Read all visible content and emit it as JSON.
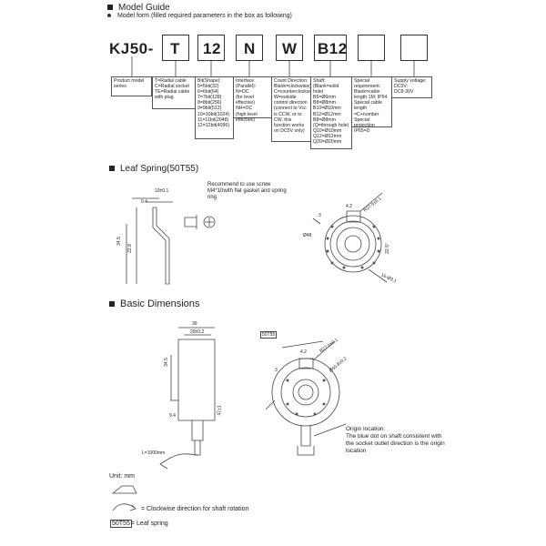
{
  "model_guide": {
    "title": "Model Guide",
    "subtitle": "Model form (filled required parameters in the box as following)",
    "code_prefix": "KJ50-",
    "codes": [
      "T",
      "12",
      "N",
      "W",
      "B12",
      "",
      ""
    ],
    "descriptions": {
      "product": "Product model series",
      "outlet": "T=Radial cable\nC=Radial socket\nTE=Radial cable with plug",
      "bits": "Bit(Shape):\n5=5bit(32)\n6=6bit(64)\n7=7bit(128)\n8=8bit(256)\n9=9bit(512)\n10=10bit(1024)\n11=11bit(2048)\n12=12bit(4096)",
      "interface": "Interface (Parallel):\nN=OC\n(for level effective)\nNH=OC\n(high level effective)",
      "count": "Count Direction:\nBlank=clockwise(CW)\nC=counterclockwise(CCW)\nW=outside control direction\n(connect to Vcc is CCW, or to CW, this function works on DC5V only)",
      "shaft": "Shaft:\n(Blank=solid hole)\nB6=Ø6mm\nB8=Ø8mm\nB10=Ø10mm\nB12=Ø12mm\nB8=Ø8mm\n(Q=through hole)\nQ10=Ø10mm\nQ12=Ø12mm\nQ20=Ø20mm",
      "special": "Special requirement:\nBlank=cable length 1M; IP54\nSpecial cable length\n=C+number\nSpecial protection IP65=D",
      "supply": "Supply voltage:\nDC5V;\nDC8-30V"
    }
  },
  "leaf_spring": {
    "title": "Leaf Spring(50T55)",
    "note": "Recommend to use screw M4*10with flat gasket and spring ring",
    "dims": {
      "top": "10±0.1",
      "thick": "0.4",
      "h1": "34.5",
      "h2": "22.8",
      "r1": "4.2",
      "r2": "R27.5±0.1",
      "d1": "Ø48",
      "a1": "22.5°",
      "d2": "16-Ø3.1",
      "c1": "3"
    }
  },
  "basic": {
    "title": "Basic Dimensions",
    "dims": {
      "w": "39",
      "w2": "29±0.2",
      "h1": "34.5",
      "h2": "47±1",
      "h3": "9.4",
      "cable": "L=1000mm",
      "tag": "50T55",
      "r1": "4.2",
      "r2": "R27.5±0.1",
      "d1": "Ø50.8±0.2",
      "c1": "3"
    },
    "origin_title": "Origin location:",
    "origin_text": "The blue dot on shaft consistent with the socket outlet direction is the origin location"
  },
  "legend": {
    "unit": "Unit: mm",
    "rotation": "= Clockwise direction for shaft rotation",
    "tag": "50T55",
    "spring": "= Leaf spring"
  }
}
